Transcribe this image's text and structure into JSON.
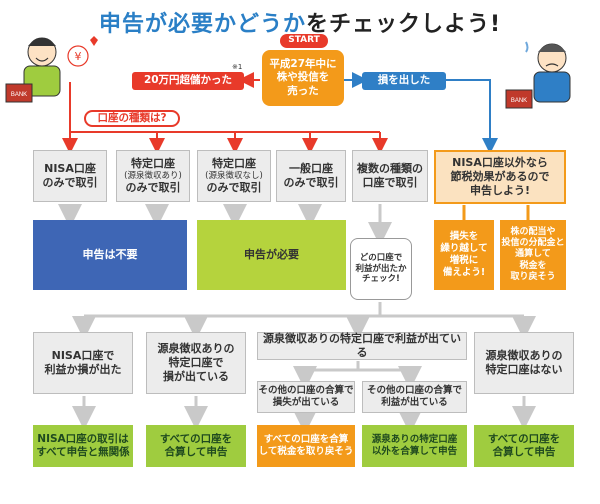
{
  "title": {
    "part1": "申告が必要かどうか",
    "part2": "をチェックしよう!"
  },
  "start": {
    "badge": "START",
    "text": "平成27年中に\n株や投信を\n売った"
  },
  "branch_profit": {
    "label": "20万円超儲かった",
    "footnote": "※1"
  },
  "branch_loss": {
    "label": "損を出した"
  },
  "account_type": {
    "label": "口座の種類は?"
  },
  "accounts": [
    {
      "main": "NISA口座\nのみで取引",
      "sub": ""
    },
    {
      "main": "特定口座",
      "sub": "(源泉徴収あり)",
      "main2": "のみで取引"
    },
    {
      "main": "特定口座",
      "sub": "(源泉徴収なし)",
      "main2": "のみで取引"
    },
    {
      "main": "一般口座\nのみで取引",
      "sub": ""
    },
    {
      "main": "複数の種類の\n口座で取引",
      "sub": ""
    }
  ],
  "no_filing": "申告は不要",
  "filing_required": "申告が必要",
  "which_account": "どの口座で\n利益が出たか\nチェック!",
  "loss_advice": {
    "main": "NISA口座以外なら\n節税効果があるので\n申告しよう!",
    "tip1": "損失を\n繰り越して\n増税に\n備えよう!",
    "tip2": "株の配当や\n投信の分配金と\n通算して\n税金を\n取り戻そう"
  },
  "cases": {
    "nisa": "NISA口座で\n利益か損が出た",
    "gensen_loss": "源泉徴収ありの\n特定口座で\n損が出ている",
    "gensen_profit": "源泉徴収ありの特定口座で利益が出ている",
    "other_loss": "その他の口座の合算で\n損失が出ている",
    "other_profit": "その他の口座の合算で\n利益が出ている",
    "no_gensen": "源泉徴収ありの\n特定口座はない"
  },
  "results": [
    "NISA口座の取引は\nすべて申告と無関係",
    "すべての口座を\n合算して申告",
    "すべての口座を合算\nして税金を取り戻そう",
    "源泉ありの特定口座\n以外を合算して申告",
    "すべての口座を\n合算して申告"
  ],
  "icons": [
    "happy-investor-icon",
    "worried-investor-icon"
  ]
}
